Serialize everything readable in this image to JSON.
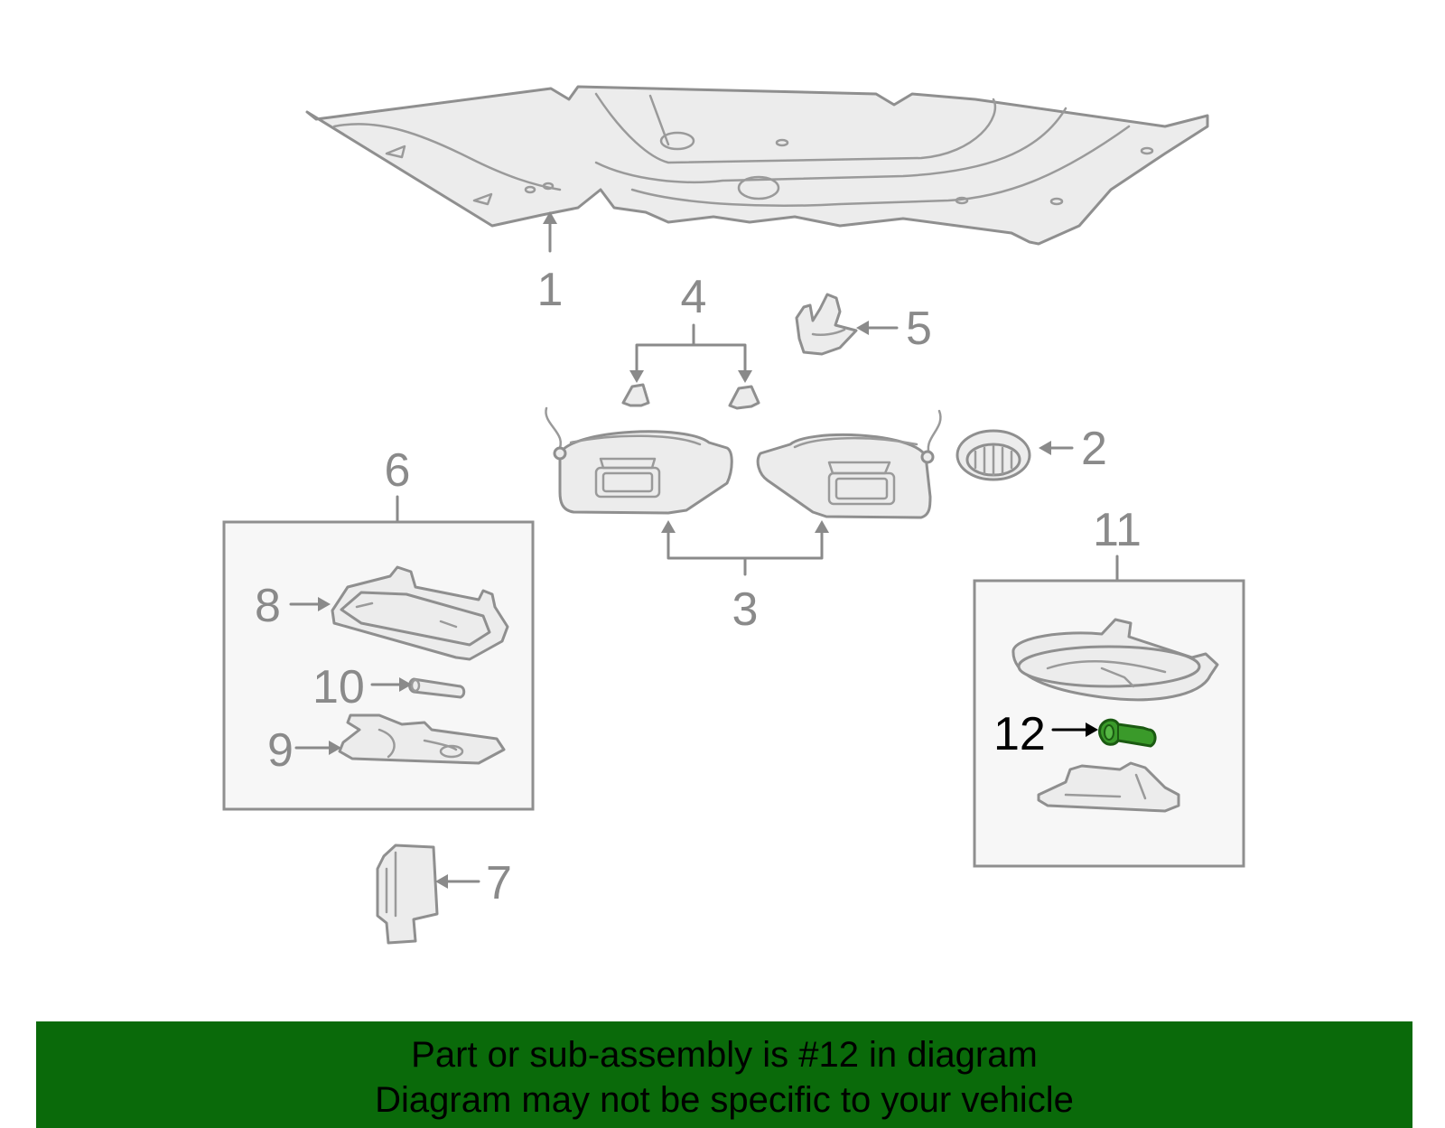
{
  "callouts": {
    "c1": "1",
    "c2": "2",
    "c3": "3",
    "c4": "4",
    "c5": "5",
    "c6": "6",
    "c7": "7",
    "c8": "8",
    "c9": "9",
    "c10": "10",
    "c11": "11",
    "c12": "12"
  },
  "highlighted_callout": "12",
  "colors": {
    "banner_background": "#0a6a0a",
    "highlight_part": "#3a9a2a",
    "line_art": "#8f8f8f"
  },
  "banner": {
    "line1": "Part or sub-assembly is #12 in diagram",
    "line2": "Diagram may not be specific to your vehicle"
  }
}
